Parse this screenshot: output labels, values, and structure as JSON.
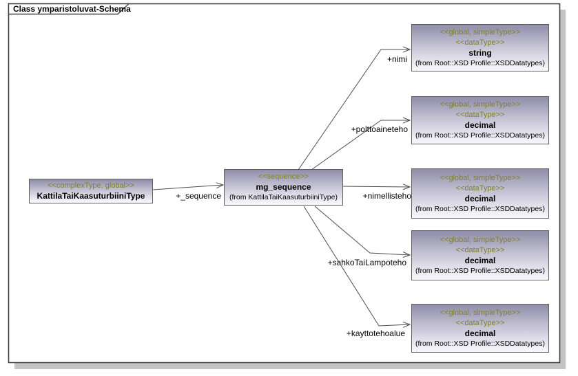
{
  "frame": {
    "title": "Class ymparistoluvat-Schema"
  },
  "colors": {
    "stereotype_text": "#7f7f2d",
    "node_gradient_top": "#8f8da8",
    "node_gradient_bottom": "#f8f7fb",
    "node_border": "#5e5e5e",
    "connector_line": "#4d4d4d",
    "frame_border": "#404040",
    "frame_shadow": "#c4c4c4",
    "background": "#ffffff"
  },
  "nodes": {
    "kattila": {
      "stereotype": "<<complexType, global>>",
      "name": "KattilaTaiKaasuturbiiniType"
    },
    "mg_sequence": {
      "stereotype": "<<sequence>>",
      "name": "mg_sequence",
      "from": "(from KattilaTaiKaasuturbiiniType)"
    },
    "datatypes": [
      {
        "stereotype1": "<<global, simpleType>>",
        "stereotype2": "<<dataType>>",
        "name": "string",
        "from": "(from Root::XSD Profile::XSDDatatypes)"
      },
      {
        "stereotype1": "<<global, simpleType>>",
        "stereotype2": "<<dataType>>",
        "name": "decimal",
        "from": "(from Root::XSD Profile::XSDDatatypes)"
      },
      {
        "stereotype1": "<<global, simpleType>>",
        "stereotype2": "<<dataType>>",
        "name": "decimal",
        "from": "(from Root::XSD Profile::XSDDatatypes)"
      },
      {
        "stereotype1": "<<global, simpleType>>",
        "stereotype2": "<<dataType>>",
        "name": "decimal",
        "from": "(from Root::XSD Profile::XSDDatatypes)"
      },
      {
        "stereotype1": "<<global, simpleType>>",
        "stereotype2": "<<dataType>>",
        "name": "decimal",
        "from": "(from Root::XSD Profile::XSDDatatypes)"
      }
    ]
  },
  "edges": {
    "sequence": "+_sequence",
    "nimi": "+nimi",
    "polttoaineteho": "+polttoaineteho",
    "nimellisteho": "+nimellisteho",
    "sahkoTaiLampoteho": "+sahkoTaiLampoteho",
    "kayttotehoalue": "+kayttotehoalue"
  }
}
